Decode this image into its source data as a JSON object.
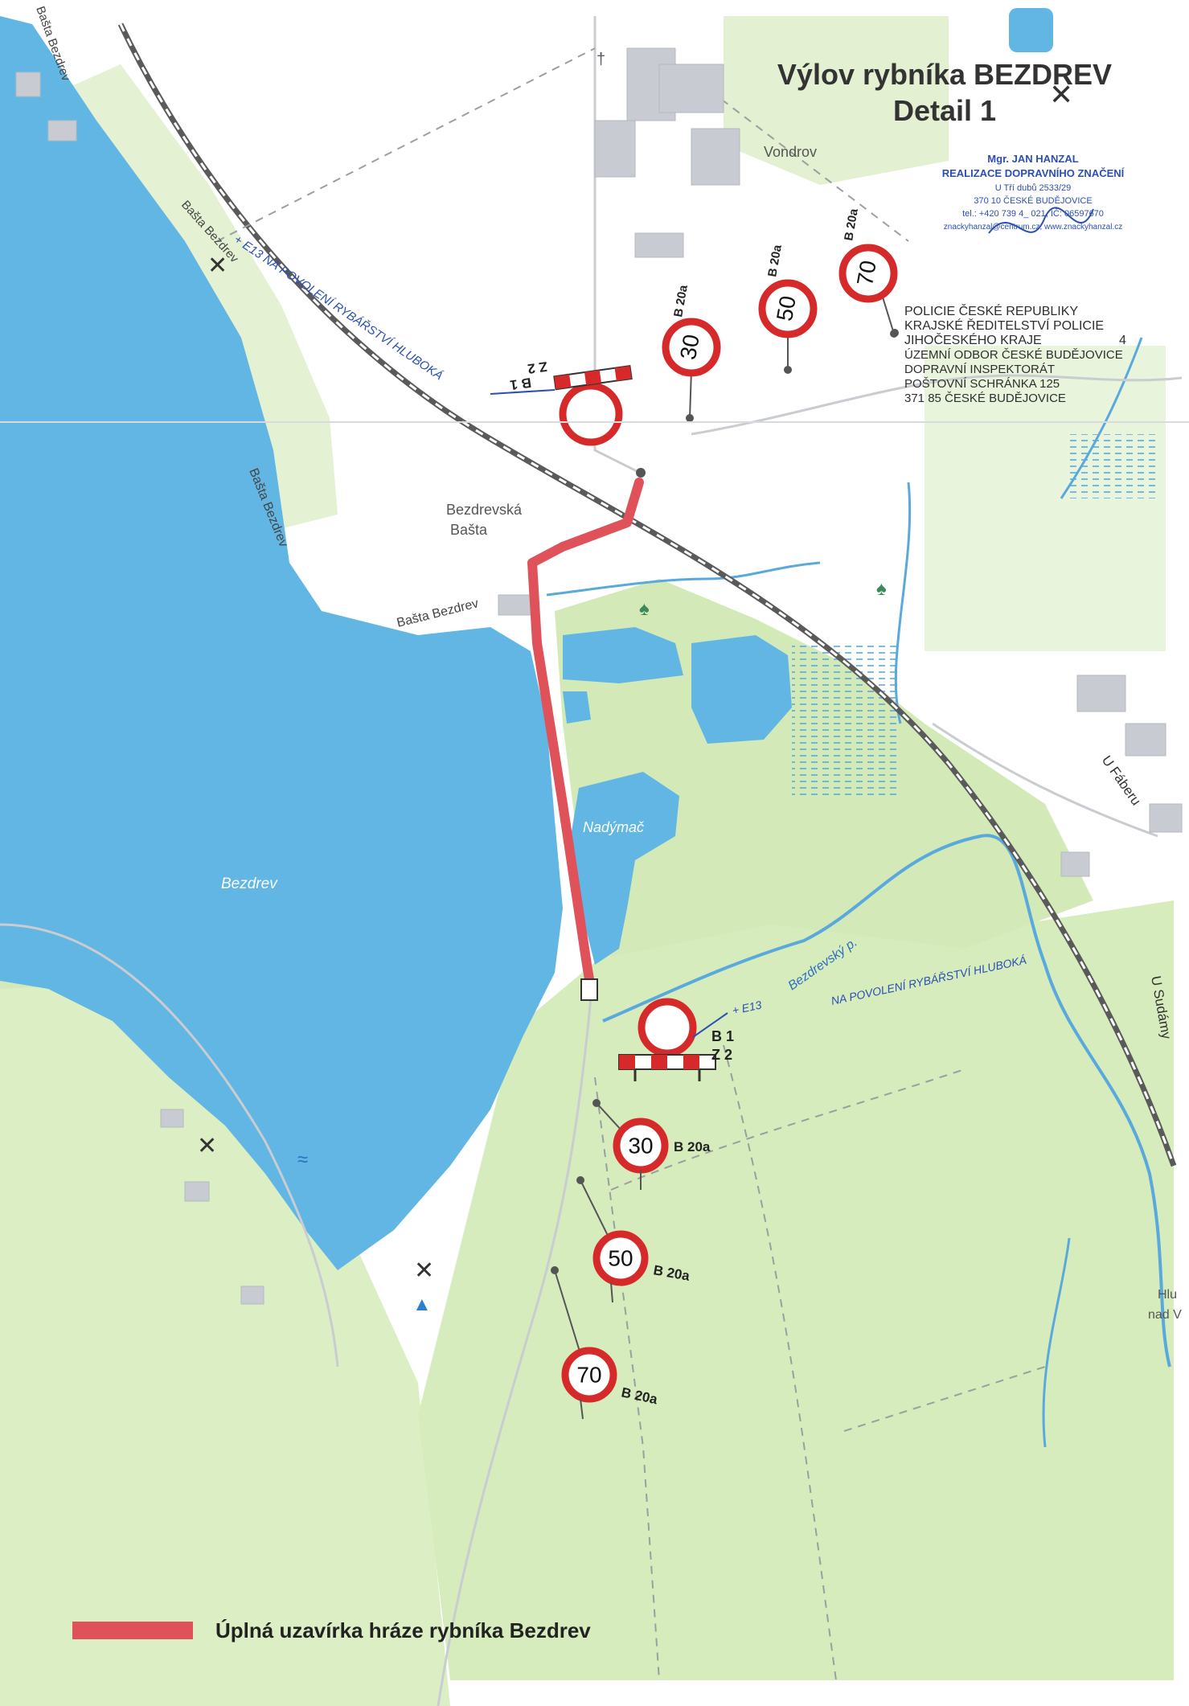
{
  "title": {
    "line1": "Výlov rybníka BEZDREV",
    "line2": "Detail 1"
  },
  "contractor_stamp": {
    "name": "Mgr. JAN HANZAL",
    "company": "REALIZACE DOPRAVNÍHO ZNAČENÍ",
    "street": "U Tří dubů 2533/29",
    "city": "370 10 ČESKÉ BUDĚJOVICE",
    "phone": "tel.: +420 739 4_ 021, IČ: 06597670",
    "web": "znackyhanzal@centrum.cz, www.znackyhanzal.cz"
  },
  "police_stamp": {
    "line1": "POLICIE ČESKÉ REPUBLIKY",
    "line2": "KRAJSKÉ ŘEDITELSTVÍ POLICIE",
    "line3": "JIHOČESKÉHO KRAJE",
    "line4": "ÚZEMNÍ ODBOR ČESKÉ BUDĚJOVICE",
    "line5": "DOPRAVNÍ INSPEKTORÁT",
    "line6": "POŠTOVNÍ SCHRÁNKA 125",
    "line7": "371 85 ČESKÉ BUDĚJOVICE",
    "page_number": "4"
  },
  "place_labels": {
    "vondrov": "Vondrov",
    "bezdrevska_basta_1": "Bezdrevská",
    "bezdrevska_basta_2": "Bašta",
    "basta_bezdrev_road": "Bašta Bezdrev",
    "nadymac": "Nadýmač",
    "bezdrev_pond": "Bezdrev",
    "u_faberu": "U Fáberu",
    "u_sudamy": "U Sudámy",
    "hlubocka_1": "Hlu",
    "hlubocka_2": "nad V",
    "bezdrevsky_potok": "Bezdrevský p."
  },
  "signs_north": {
    "speed_values": [
      "30",
      "50",
      "70"
    ],
    "speed_code": "B 20a",
    "closure_codes": [
      "B 1",
      "Z 2"
    ],
    "handwritten_note": "+ E13 NA POVOLENÍ RYBÁŘSTVÍ HLUBOKÁ"
  },
  "signs_south": {
    "speed_values": [
      "30",
      "50",
      "70"
    ],
    "speed_code": "B 20a",
    "closure_codes": [
      "B 1",
      "Z 2"
    ],
    "handwritten_note": "NA POVOLENÍ RYBÁŘSTVÍ HLUBOKÁ",
    "handwritten_note_2": "+ E13"
  },
  "legend": {
    "label": "Úplná uzavírka hráze rybníka Bezdrev",
    "color": "#e0525a"
  },
  "colors": {
    "water": "#62b6e3",
    "meadow": "#dcefc4",
    "forest": "#cde8b5",
    "closure": "#e0525a",
    "sign_border": "#d62a2a",
    "ink": "#2b4fb3"
  }
}
